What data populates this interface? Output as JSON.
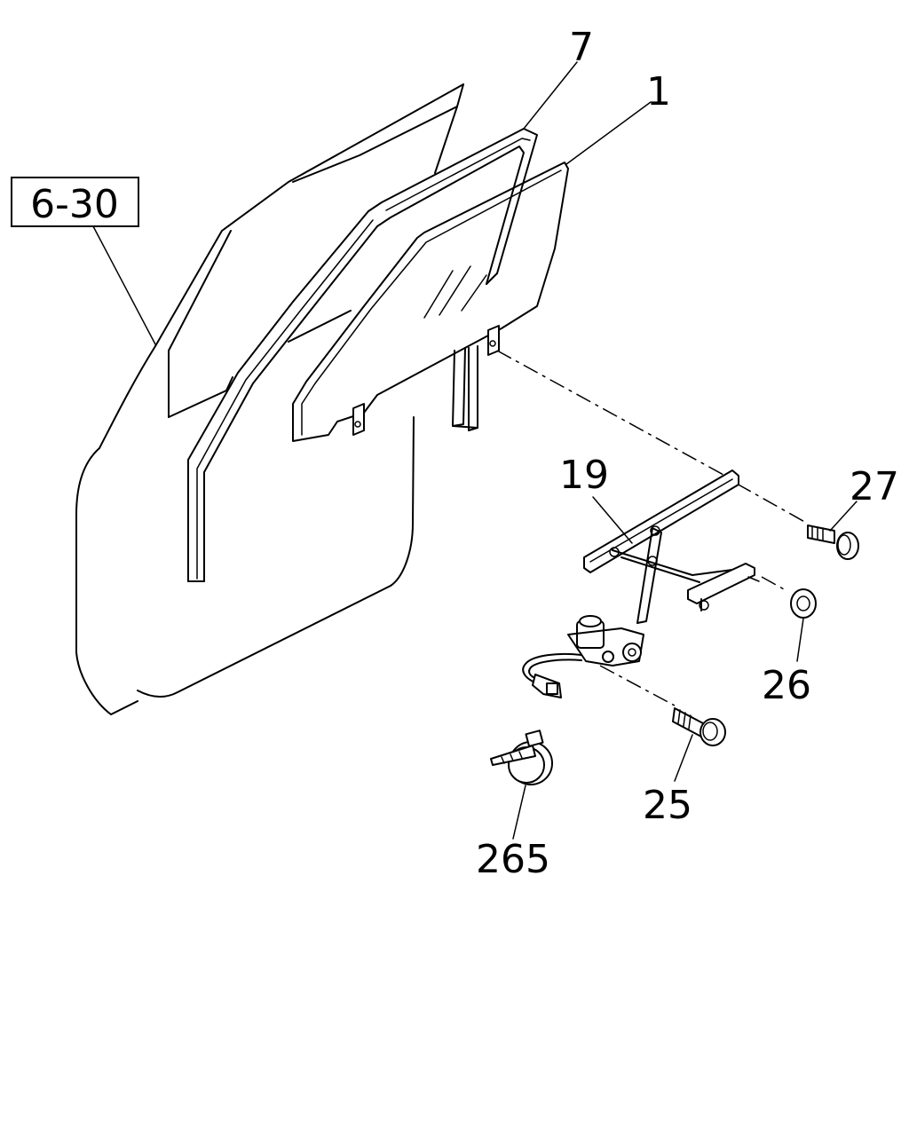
{
  "diagram": {
    "ref_box": "6-30",
    "callouts": {
      "glass": "1",
      "run_channel": "7",
      "regulator": "19",
      "bolt_27": "27",
      "nut_26": "26",
      "bolt_25": "25",
      "clip_265": "265"
    }
  }
}
